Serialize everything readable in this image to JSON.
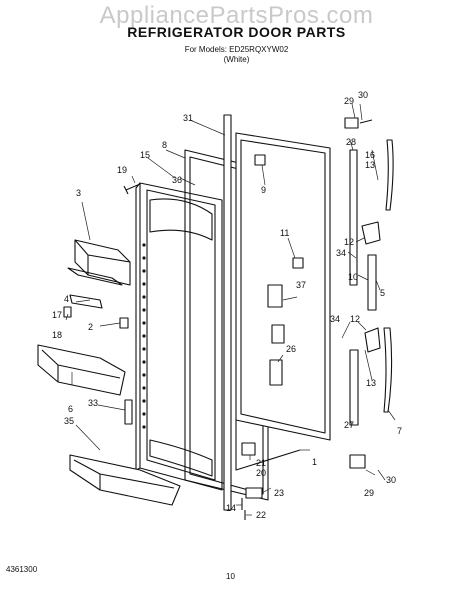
{
  "watermark": "AppliancePartsPros.com",
  "title": "REFRIGERATOR DOOR PARTS",
  "models_line": "For Models: ED25RQXYW02",
  "color_line": "(White)",
  "doc_code": "4361300",
  "page_number": "10",
  "callouts": [
    {
      "id": "c1",
      "text": "1"
    },
    {
      "id": "c2",
      "text": "2"
    },
    {
      "id": "c3",
      "text": "3"
    },
    {
      "id": "c4",
      "text": "4"
    },
    {
      "id": "c5",
      "text": "5"
    },
    {
      "id": "c6",
      "text": "6"
    },
    {
      "id": "c7",
      "text": "7"
    },
    {
      "id": "c8",
      "text": "8"
    },
    {
      "id": "c9",
      "text": "9"
    },
    {
      "id": "c10",
      "text": "10"
    },
    {
      "id": "c11",
      "text": "11"
    },
    {
      "id": "c12a",
      "text": "12"
    },
    {
      "id": "c12b",
      "text": "12"
    },
    {
      "id": "c13a",
      "text": "13"
    },
    {
      "id": "c13b",
      "text": "13"
    },
    {
      "id": "c14",
      "text": "14"
    },
    {
      "id": "c15",
      "text": "15"
    },
    {
      "id": "c16",
      "text": "16"
    },
    {
      "id": "c17",
      "text": "17"
    },
    {
      "id": "c18",
      "text": "18"
    },
    {
      "id": "c19",
      "text": "19"
    },
    {
      "id": "c20",
      "text": "20"
    },
    {
      "id": "c21",
      "text": "21"
    },
    {
      "id": "c22",
      "text": "22"
    },
    {
      "id": "c23",
      "text": "23"
    },
    {
      "id": "c26",
      "text": "26"
    },
    {
      "id": "c27",
      "text": "27"
    },
    {
      "id": "c28",
      "text": "28"
    },
    {
      "id": "c29a",
      "text": "29"
    },
    {
      "id": "c29b",
      "text": "29"
    },
    {
      "id": "c30a",
      "text": "30"
    },
    {
      "id": "c30b",
      "text": "30"
    },
    {
      "id": "c31",
      "text": "31"
    },
    {
      "id": "c33",
      "text": "33"
    },
    {
      "id": "c34a",
      "text": "34"
    },
    {
      "id": "c34b",
      "text": "34"
    },
    {
      "id": "c35",
      "text": "35"
    },
    {
      "id": "c36",
      "text": "36"
    },
    {
      "id": "c37",
      "text": "37"
    }
  ]
}
